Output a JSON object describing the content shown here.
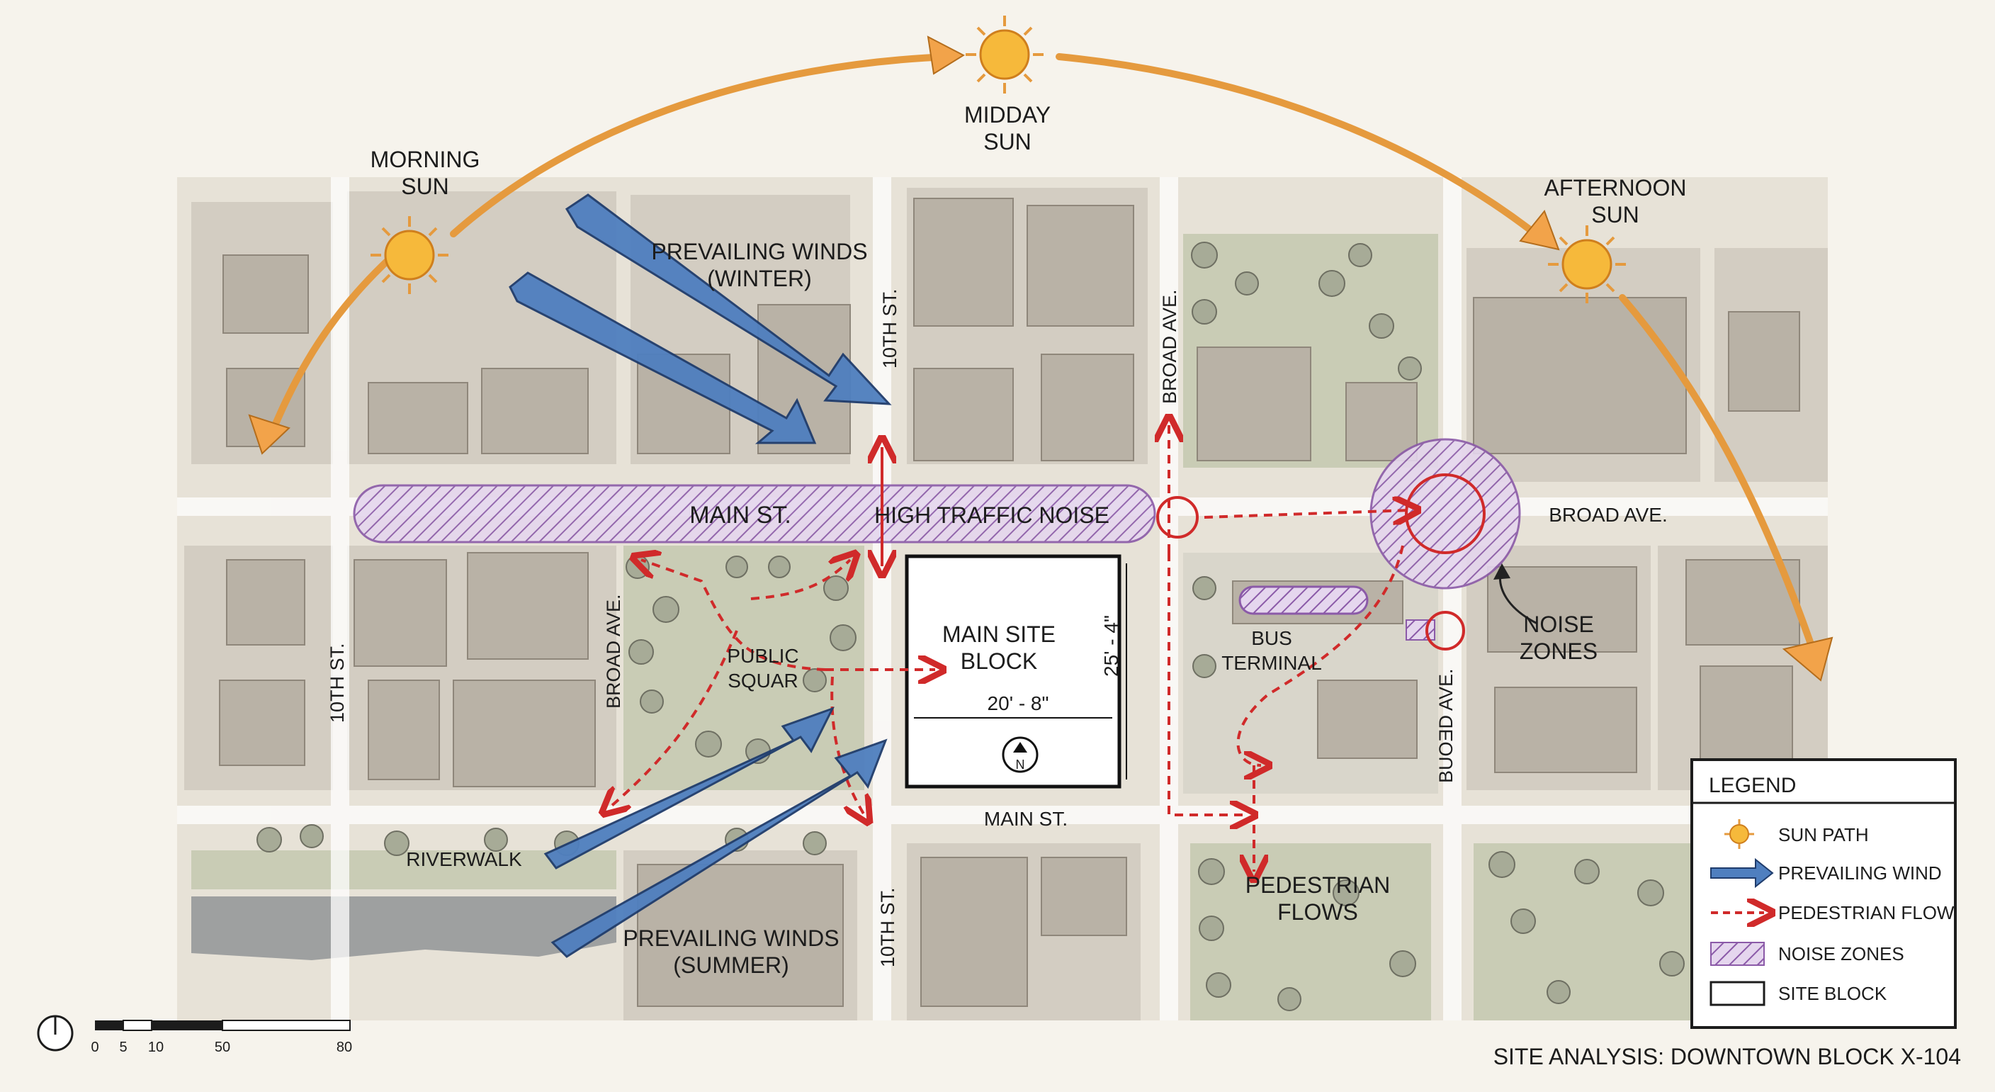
{
  "sun": {
    "morning": [
      "MORNING",
      "SUN"
    ],
    "midday": [
      "MIDDAY",
      "SUN"
    ],
    "afternoon": [
      "AFTERNOON",
      "SUN"
    ]
  },
  "wind": {
    "winter": [
      "PREVAILING WINDS",
      "(WINTER)"
    ],
    "summer": [
      "PREVAILING WINDS",
      "(SUMMER)"
    ]
  },
  "streets": {
    "main_st_upper": "MAIN ST.",
    "high_traffic_noise": "HIGH TRAFFIC NOISE",
    "broad_ave_east": "BROAD AVE.",
    "tenth_st_north": "10TH ST.",
    "broad_ave_north": "BROAD AVE.",
    "tenth_st_west": "10TH ST.",
    "broad_ave_west": "BROAD AVE.",
    "main_st_lower": "MAIN ST.",
    "tenth_st_south": "10TH ST.",
    "broad_ave_south": "BUOƎD AVE."
  },
  "places": {
    "public_square": [
      "PUBLIC",
      "SQUAR"
    ],
    "site_block": [
      "MAIN SITE",
      "BLOCK"
    ],
    "dim_width": "20' - 8\"",
    "dim_height": "25' - 4\"",
    "north": "N",
    "bus_terminal": [
      "BUS",
      "TERMINAL"
    ],
    "noise_zones": [
      "NOISE",
      "ZONES"
    ],
    "riverwalk": "RIVERWALK",
    "pedestrian_flows": [
      "PEDESTRIAN",
      "FLOWS"
    ]
  },
  "legend": {
    "title": "LEGEND",
    "items": [
      "SUN PATH",
      "PREVAILING WIND",
      "PEDESTRIAN FLOW",
      "NOISE ZONES",
      "SITE BLOCK"
    ]
  },
  "scale_bar": {
    "ticks": [
      "0",
      "5",
      "10",
      "50",
      "80"
    ]
  },
  "title": "SITE ANALYSIS: DOWNTOWN BLOCK X-104",
  "colors": {
    "sun_arrow": "#f2a34a",
    "sun": "#f6b93b",
    "wind": "#4f7fbf",
    "pedestrian": "#d02a2a",
    "noise": "#8b5aa8",
    "building": "#b9b2a6",
    "park": "#c9ccb5"
  }
}
